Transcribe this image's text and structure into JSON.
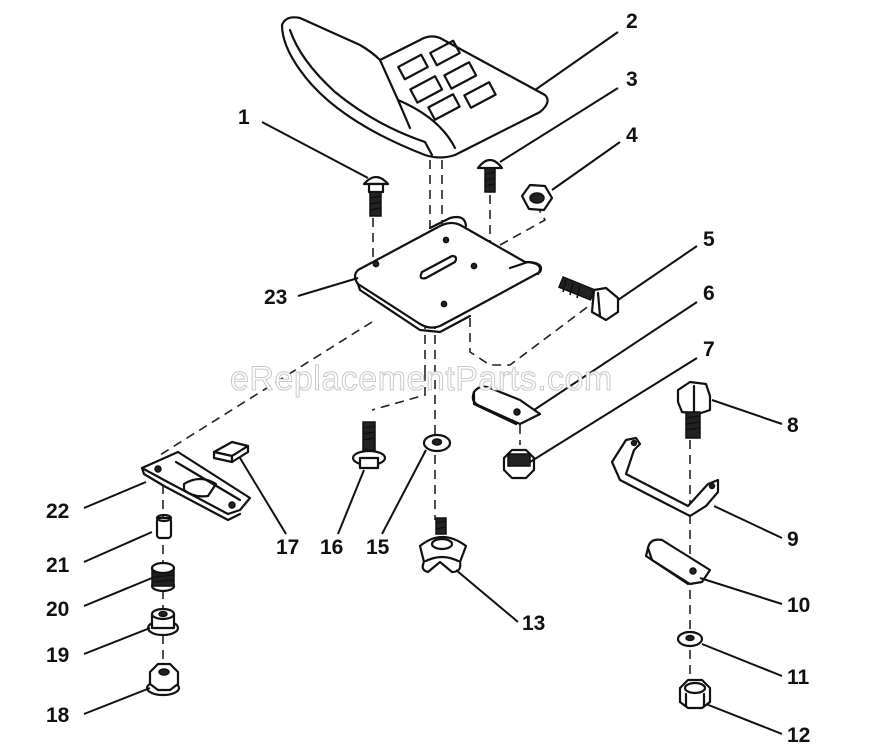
{
  "watermark": "eReplacementParts.com",
  "callouts": [
    "1",
    "2",
    "3",
    "4",
    "5",
    "6",
    "7",
    "8",
    "9",
    "10",
    "11",
    "12",
    "13",
    "15",
    "16",
    "17",
    "18",
    "19",
    "20",
    "21",
    "22",
    "23"
  ]
}
